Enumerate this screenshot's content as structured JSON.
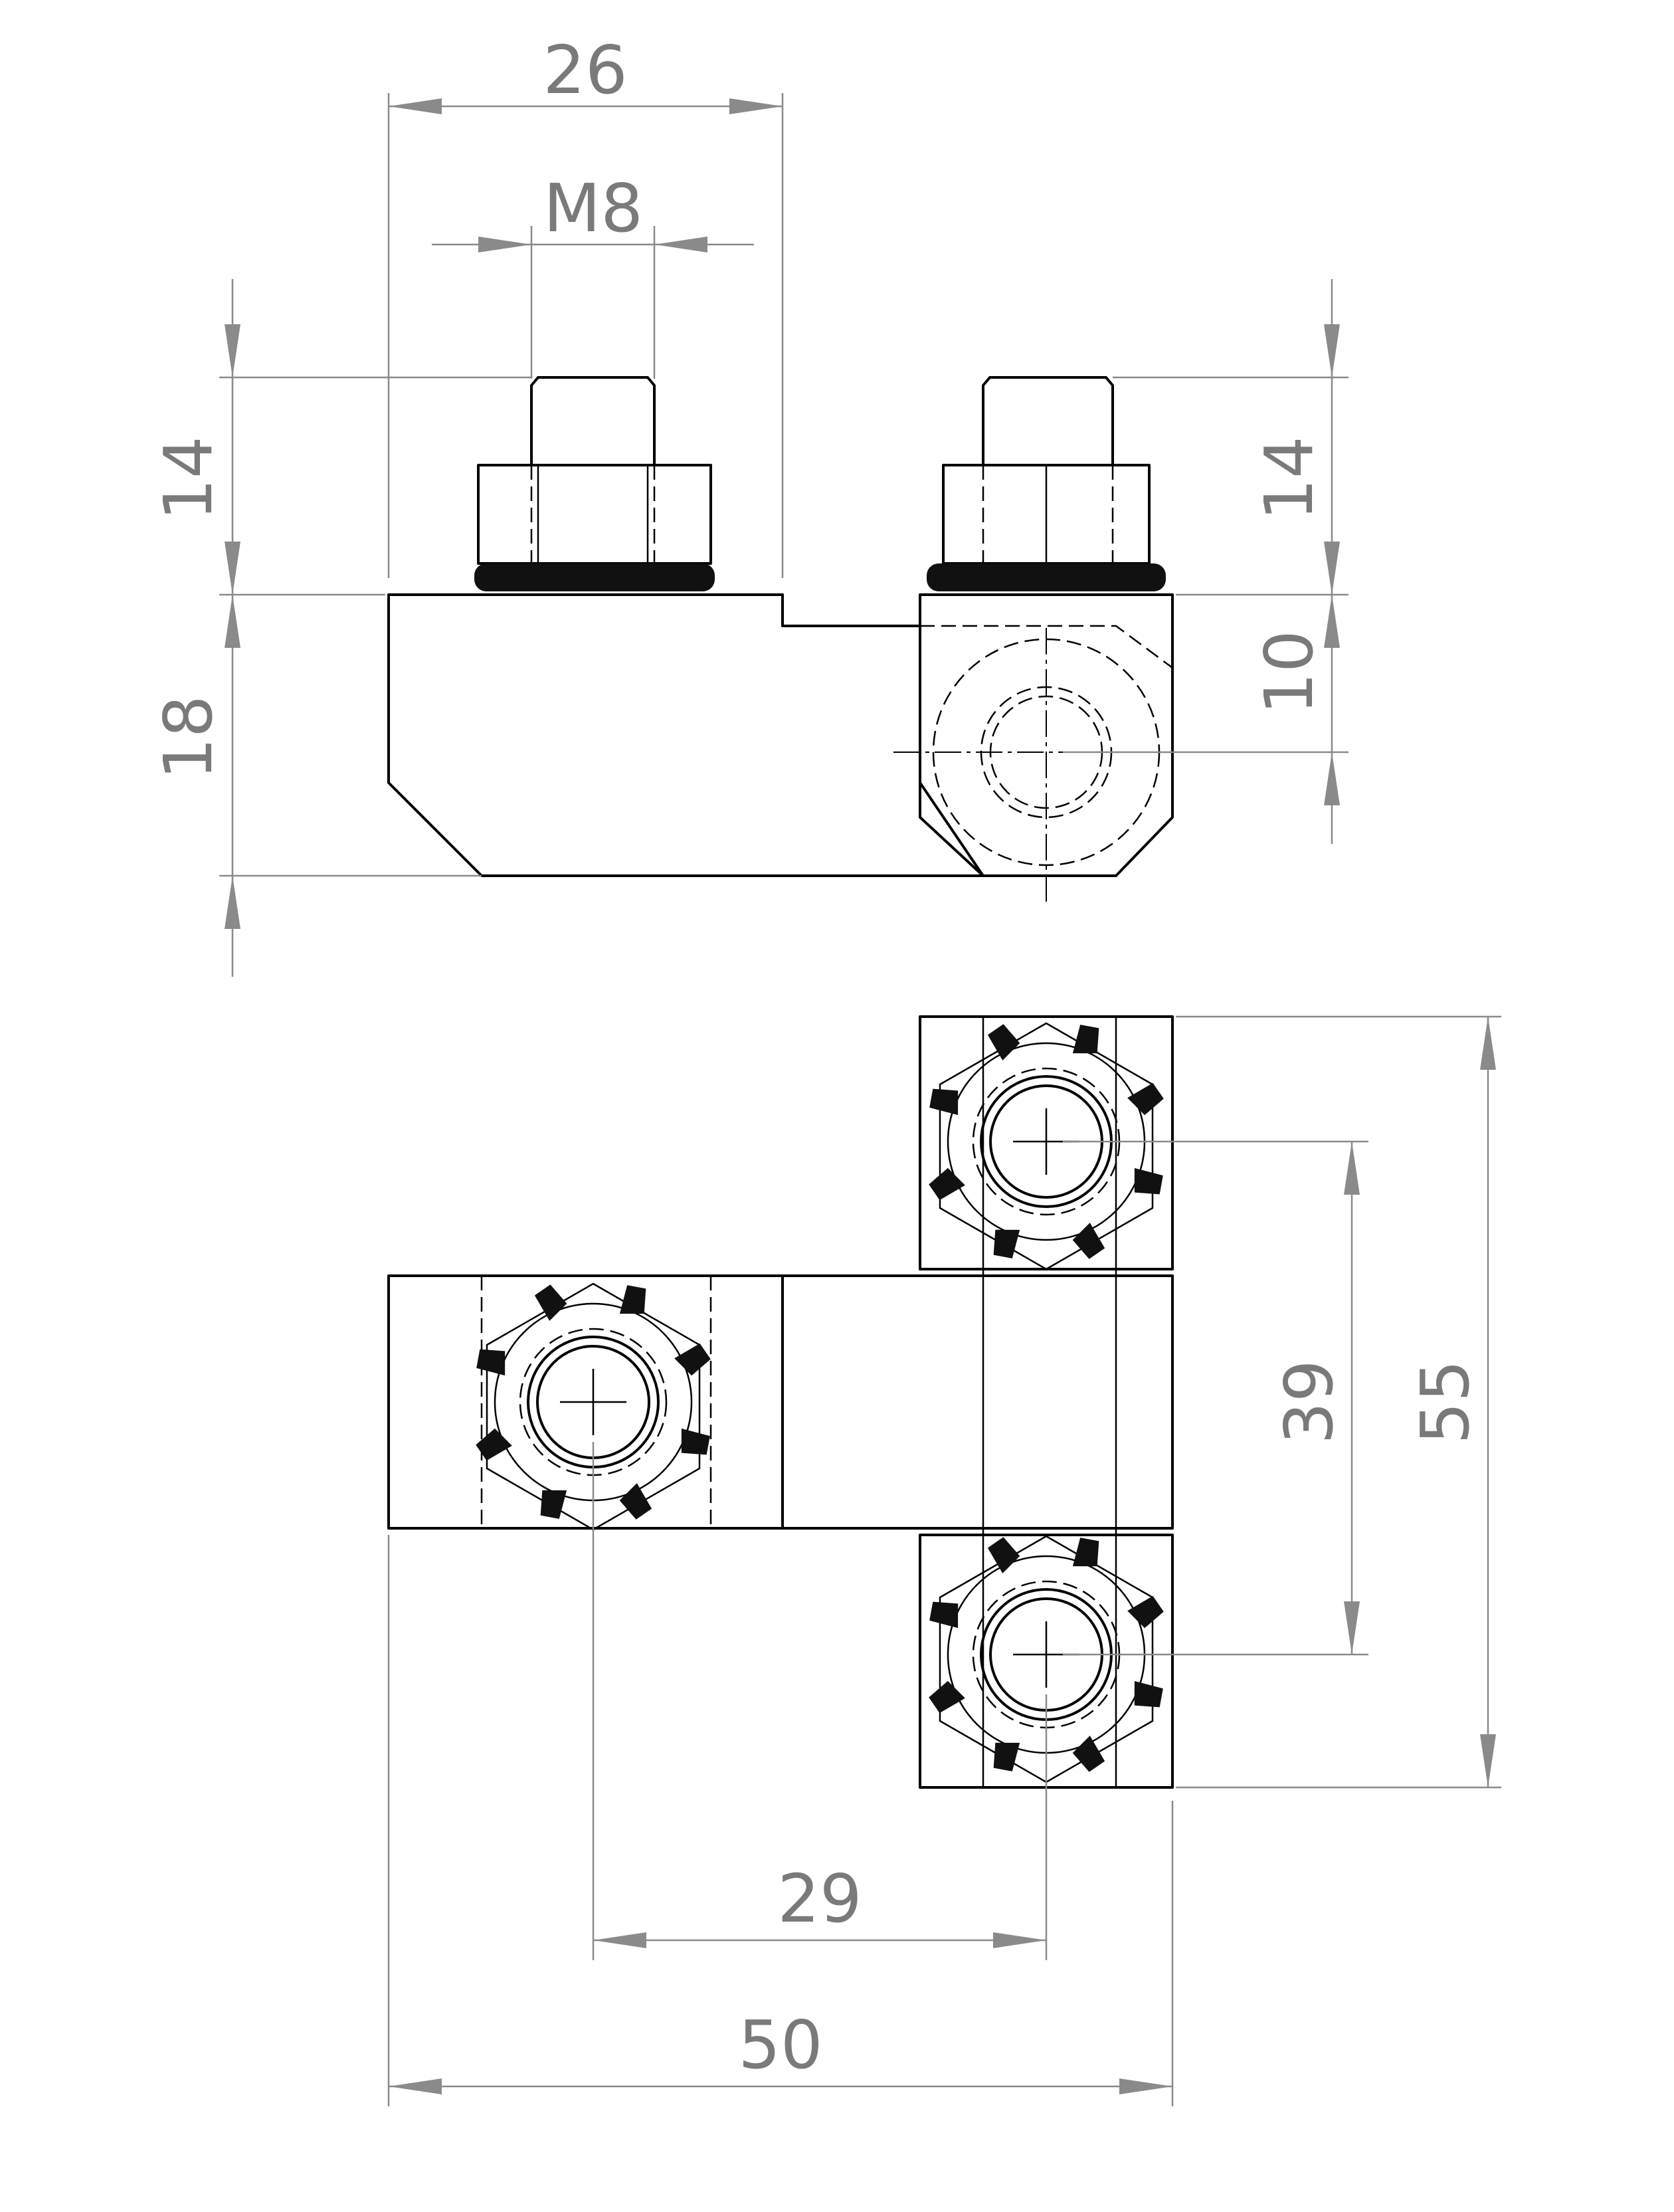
{
  "dimensions": {
    "overall_width_top": "26",
    "thread": "M8",
    "stud_left": "14",
    "stud_right": "14",
    "height": "18",
    "axis_height": "10",
    "center_distance_vertical": "39",
    "overall_height": "55",
    "center_distance_horizontal": "29",
    "overall_width": "50"
  },
  "colors": {
    "outline": "#000000",
    "dimension": "#8a8a8a",
    "dimension_text": "#7a7a7a",
    "background": "#ffffff"
  }
}
